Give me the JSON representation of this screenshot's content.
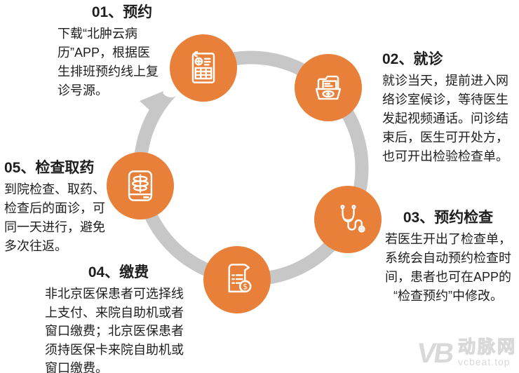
{
  "colors": {
    "accent": "#E8803A",
    "ring": "#C7C7C7",
    "text": "#1E1E1E",
    "watermark": "#D9D9D9"
  },
  "diagram": {
    "type": "cycle",
    "direction": "clockwise",
    "node_count": 5
  },
  "steps": [
    {
      "id": "01",
      "title": "01、预约",
      "body": "下载“北肿云病\n历”APP，根据医\n生排班预约线上复\n诊号源。",
      "icon": "appointment-form-icon"
    },
    {
      "id": "02",
      "title": "02、就诊",
      "body": "就诊当天，提前进入网\n络诊室候诊，等待医生\n发起视频通话。问诊结\n束后，医生可开处方，\n也可开出检验检查单。",
      "icon": "medical-records-folder-icon"
    },
    {
      "id": "03",
      "title": "03、预约检查",
      "body": "若医生开出了检查单，\n系统会自动预约检查时\n间，患者也可在APP的\n“检查预约”中修改。",
      "icon": "stethoscope-icon"
    },
    {
      "id": "04",
      "title": "04、缴费",
      "body": "非北京医保患者可选择线\n上支付、来院自助机或者\n窗口缴费；北京医保患者\n须持医保卡来院自助机或\n窗口缴费。",
      "icon": "bill-receipt-icon"
    },
    {
      "id": "05",
      "title": "05、检查取药",
      "body": "到院检查、取药、\n检查后的面诊，可\n同一天进行，避免\n多次往返。",
      "icon": "xray-icon"
    }
  ],
  "watermark": {
    "logo": "VB",
    "name": "动脉网",
    "url": "vcbeat.top"
  }
}
